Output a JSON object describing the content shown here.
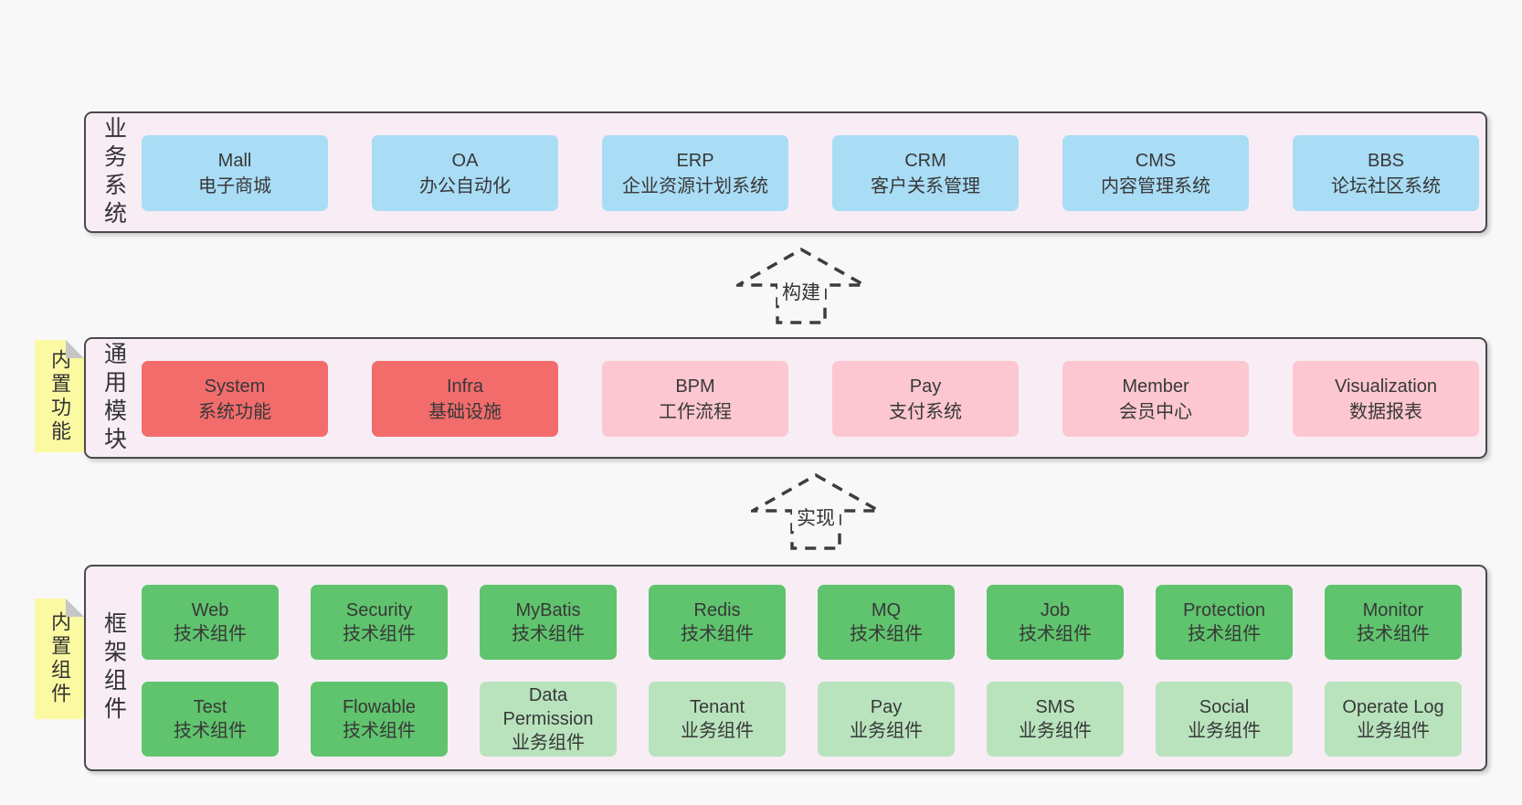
{
  "colors": {
    "page_bg": "#f8f8f8",
    "layer_bg": "#f8edf5",
    "layer_border": "#4a4a4a",
    "blue": "#a9dcf5",
    "red": "#f26c6c",
    "pink": "#fcc7d0",
    "green": "#5fc46d",
    "green_light": "#b9e3bd",
    "yellow_tag": "#fbf9a2",
    "text": "#383838"
  },
  "business_layer": {
    "label": "业务系统",
    "boxes": [
      {
        "title": "Mall",
        "subtitle": "电子商城"
      },
      {
        "title": "OA",
        "subtitle": "办公自动化"
      },
      {
        "title": "ERP",
        "subtitle": "企业资源计划系统"
      },
      {
        "title": "CRM",
        "subtitle": "客户关系管理"
      },
      {
        "title": "CMS",
        "subtitle": "内容管理系统"
      },
      {
        "title": "BBS",
        "subtitle": "论坛社区系统"
      }
    ]
  },
  "build_arrow": {
    "label": "构建"
  },
  "module_layer": {
    "label": "通用模块",
    "tag": "内置功能",
    "boxes": [
      {
        "title": "System",
        "subtitle": "系统功能"
      },
      {
        "title": "Infra",
        "subtitle": "基础设施"
      },
      {
        "title": "BPM",
        "subtitle": "工作流程"
      },
      {
        "title": "Pay",
        "subtitle": "支付系统"
      },
      {
        "title": "Member",
        "subtitle": "会员中心"
      },
      {
        "title": "Visualization",
        "subtitle": "数据报表"
      }
    ]
  },
  "implement_arrow": {
    "label": "实现"
  },
  "component_layer": {
    "label": "框架组件",
    "tag": "内置组件",
    "row1": [
      {
        "title": "Web",
        "subtitle": "技术组件"
      },
      {
        "title": "Security",
        "subtitle": "技术组件"
      },
      {
        "title": "MyBatis",
        "subtitle": "技术组件"
      },
      {
        "title": "Redis",
        "subtitle": "技术组件"
      },
      {
        "title": "MQ",
        "subtitle": "技术组件"
      },
      {
        "title": "Job",
        "subtitle": "技术组件"
      },
      {
        "title": "Protection",
        "subtitle": "技术组件"
      },
      {
        "title": "Monitor",
        "subtitle": "技术组件"
      }
    ],
    "row2": [
      {
        "title": "Test",
        "subtitle": "技术组件"
      },
      {
        "title": "Flowable",
        "subtitle": "技术组件"
      },
      {
        "title": "Data Permission",
        "subtitle": "业务组件"
      },
      {
        "title": "Tenant",
        "subtitle": "业务组件"
      },
      {
        "title": "Pay",
        "subtitle": "业务组件"
      },
      {
        "title": "SMS",
        "subtitle": "业务组件"
      },
      {
        "title": "Social",
        "subtitle": "业务组件"
      },
      {
        "title": "Operate Log",
        "subtitle": "业务组件"
      }
    ]
  }
}
